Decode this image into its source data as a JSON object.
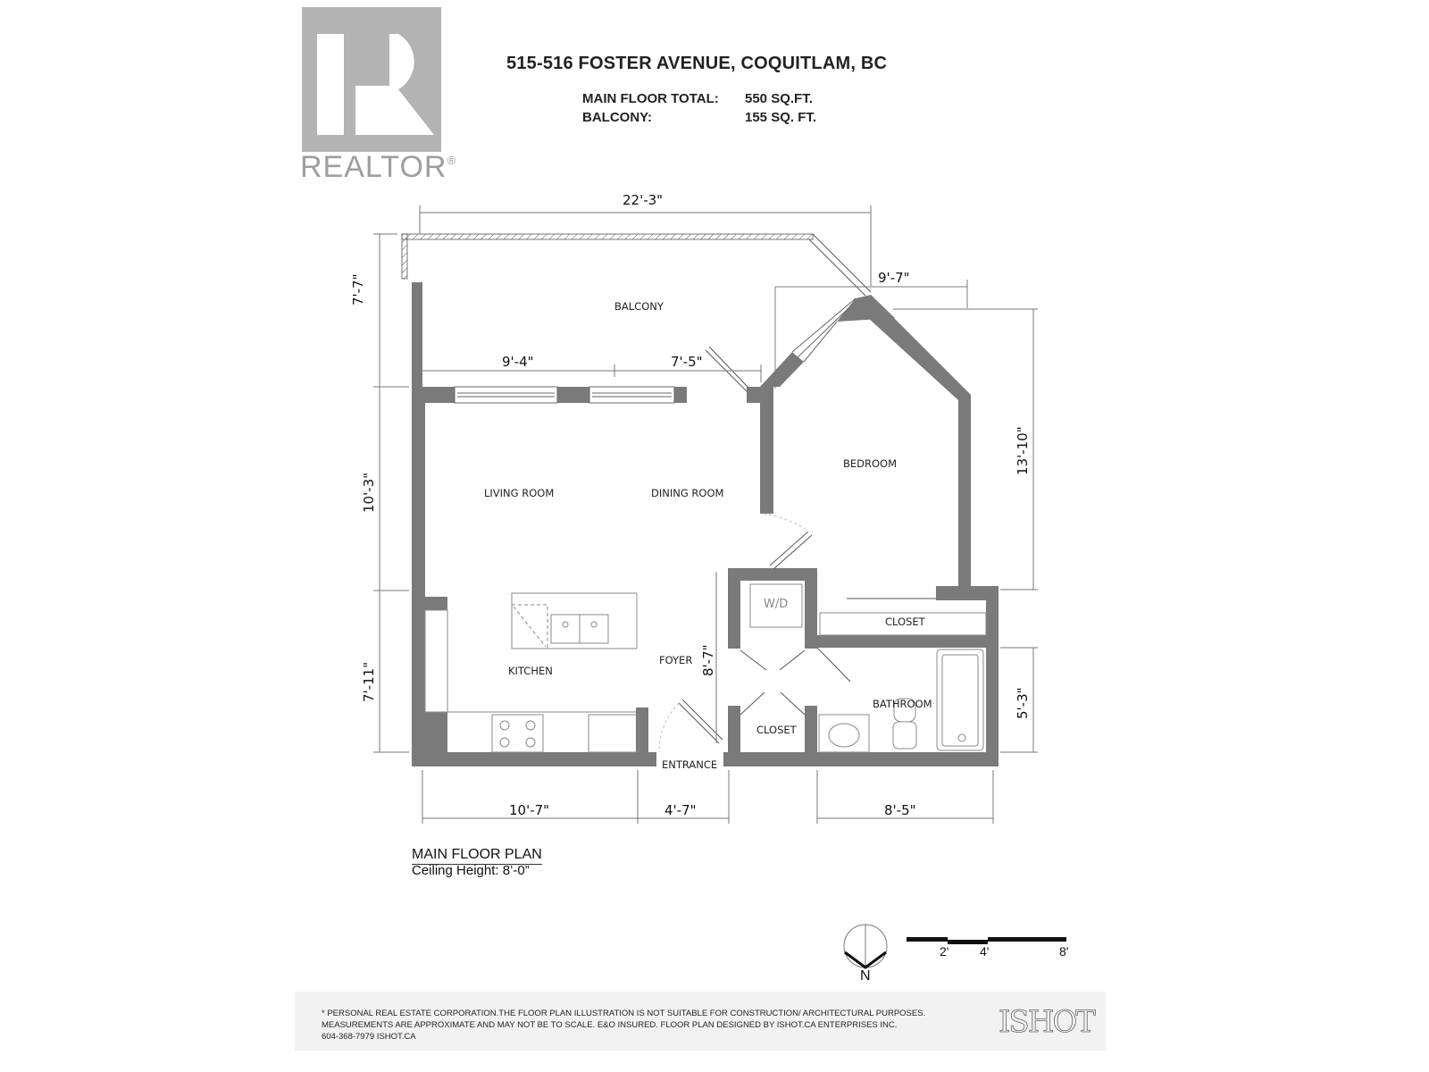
{
  "branding": {
    "logo_letter": "R",
    "logo_text": "REALTOR",
    "logo_mark": "®",
    "logo_color": "#b3b3b3",
    "designer_logo": "ISHOT"
  },
  "header": {
    "address": "515-516 FOSTER AVENUE, COQUITLAM, BC",
    "stats": [
      {
        "label": "MAIN FLOOR TOTAL:",
        "value": "550 SQ.FT."
      },
      {
        "label": "BALCONY:",
        "value": "155 SQ. FT."
      }
    ]
  },
  "plan": {
    "title": "MAIN FLOOR PLAN",
    "ceiling_height": "Ceiling Height: 8’-0”",
    "wall_color": "#7a7a7a",
    "rooms": [
      {
        "name": "BALCONY"
      },
      {
        "name": "LIVING ROOM"
      },
      {
        "name": "DINING ROOM"
      },
      {
        "name": "BEDROOM"
      },
      {
        "name": "KITCHEN"
      },
      {
        "name": "FOYER"
      },
      {
        "name": "W/D"
      },
      {
        "name": "CLOSET"
      },
      {
        "name": "CLOSET"
      },
      {
        "name": "BATHROOM"
      },
      {
        "name": "ENTRANCE"
      }
    ],
    "dimensions": {
      "top_width": "22'-3\"",
      "balcony_depth": "7'-7\"",
      "window_left": "9'-4\"",
      "window_right": "7'-5\"",
      "bedroom_width": "9'-7\"",
      "bedroom_depth": "13'-10\"",
      "living_depth": "10'-3\"",
      "kitchen_depth": "7'-11\"",
      "foyer_depth": "8'-7\"",
      "bath_depth": "5'-3\"",
      "kitchen_width": "10'-7\"",
      "entrance_width": "4'-7\"",
      "bath_width": "8'-5\""
    }
  },
  "legend": {
    "north_label": "N",
    "scale_ticks": [
      "2'",
      "4'",
      "8'"
    ]
  },
  "footer": {
    "lines": [
      "* PERSONAL REAL ESTATE CORPORATION.THE FLOOR PLAN ILLUSTRATION IS NOT SUITABLE FOR CONSTRUCTION/ ARCHITECTURAL PURPOSES.",
      "MEASUREMENTS ARE APPROXIMATE AND MAY NOT BE TO SCALE. E&O INSURED. FLOOR PLAN DESIGNED BY ISHOT.CA ENTERPRISES INC.",
      "604-368-7979  ISHOT.CA"
    ]
  }
}
